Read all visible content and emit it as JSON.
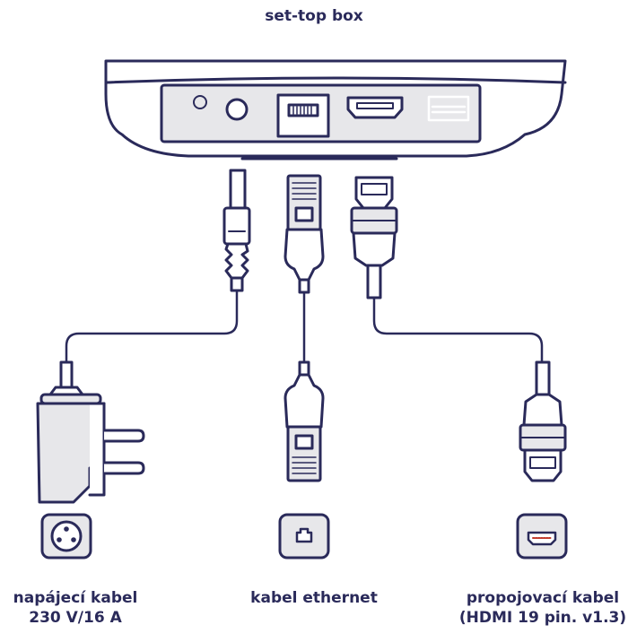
{
  "diagram": {
    "title": "set-top box",
    "cables": [
      {
        "id": "power",
        "label_line1": "napájecí kabel",
        "label_line2": "230 V/16 A",
        "icon": "power-socket-icon"
      },
      {
        "id": "ethernet",
        "label_line1": "kabel ethernet",
        "label_line2": "",
        "icon": "ethernet-port-icon"
      },
      {
        "id": "hdmi",
        "label_line1": "propojovací kabel",
        "label_line2": "(HDMI 19 pin. v1.3)",
        "icon": "hdmi-port-icon"
      }
    ],
    "colors": {
      "stroke": "#2a2a5a",
      "fill": "#e7e7ea",
      "background": "#ffffff"
    }
  }
}
